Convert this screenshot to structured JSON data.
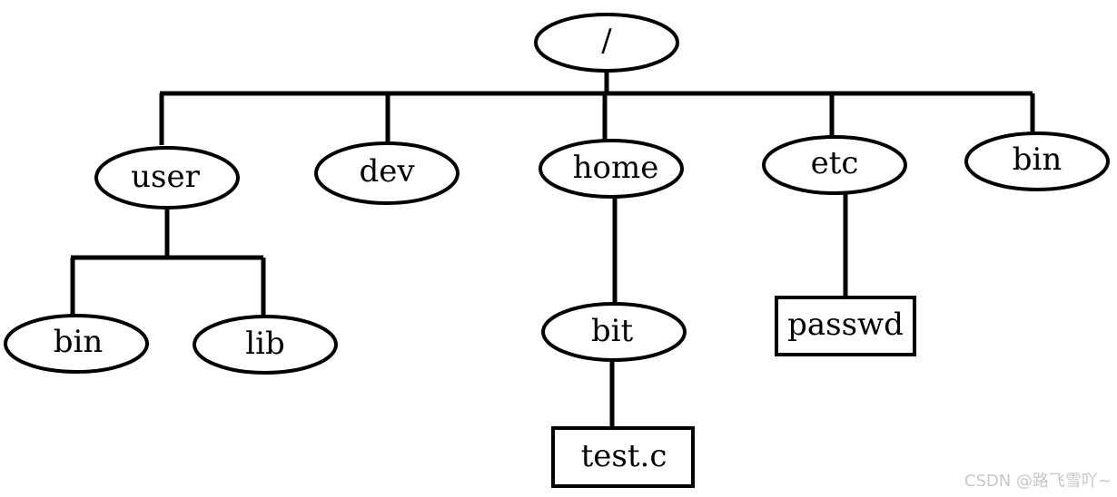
{
  "diagram": {
    "nodes": {
      "root": "/",
      "user": "user",
      "dev": "dev",
      "home": "home",
      "etc": "etc",
      "bin_top": "bin",
      "user_bin": "bin",
      "user_lib": "lib",
      "bit": "bit",
      "passwd": "passwd",
      "test_c": "test.c"
    }
  },
  "watermark": "CSDN @路飞雪吖~"
}
